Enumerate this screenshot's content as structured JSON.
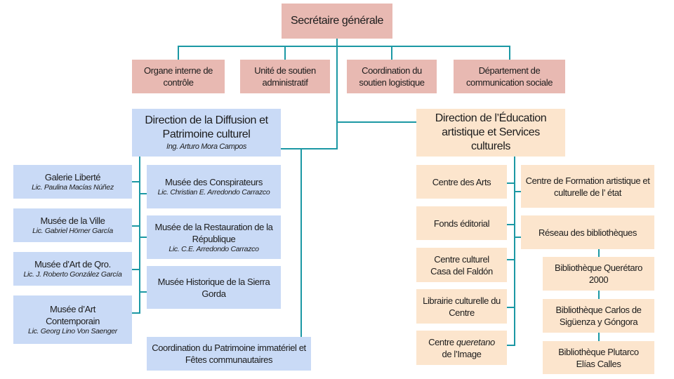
{
  "colors": {
    "executive": "#e8b9b2",
    "diffusion": "#c9daf6",
    "education": "#fce5cd",
    "connector": "#1b98a4"
  },
  "top": {
    "title": "Secrétaire générale"
  },
  "staff": [
    {
      "name": "Organe interne de contrôle"
    },
    {
      "name": "Unité de soutien administratif"
    },
    {
      "name": "Coordination du soutien logistique"
    },
    {
      "name": "Département de communication sociale"
    }
  ],
  "diffusion": {
    "title": "Direction de la Diffusion et Patrimoine culturel",
    "head": "Ing. Arturo Mora Campos",
    "left": [
      {
        "name": "Galerie Liberté",
        "head": "Lic. Paulina Macías Núñez"
      },
      {
        "name": "Musée de la Ville",
        "head": "Lic. Gabriel Hörner García"
      },
      {
        "name": "Musée d’Art de Qro.",
        "head": "Lic. J. Roberto González García"
      },
      {
        "name": "Musée d’Art Contemporain",
        "head": "Lic. Georg Lino Von Saenger"
      }
    ],
    "right": [
      {
        "name": "Musée des Conspirateurs",
        "head": "Lic. Christian E. Arredondo Carrazco"
      },
      {
        "name": "Musée de la Restauration de la République",
        "head": "Lic. C.E. Arredondo Carrazco"
      },
      {
        "name": "Musée Historique de la Sierra Gorda"
      }
    ],
    "coordination": "Coordination du Patrimoine immatériel et Fêtes communautaires"
  },
  "education": {
    "title": "Direction de l’Éducation artistique et Services culturels",
    "left": [
      {
        "name": "Centre des Arts"
      },
      {
        "name": "Fonds éditorial"
      },
      {
        "name": "Centre culturel Casa del Faldón"
      },
      {
        "name": "Librairie culturelle du Centre"
      },
      {
        "name_pre": "Centre",
        "name_em": "queretano",
        "name_post": "de l’Image"
      }
    ],
    "right": [
      {
        "name": "Centre de Formation artistique et culturelle de l’ état"
      },
      {
        "name": "Réseau des bibliothèques"
      }
    ],
    "libraries": [
      {
        "name": "Bibliothèque Querétaro 2000"
      },
      {
        "name": "Bibliothèque Carlos de Sigüenza y Góngora"
      },
      {
        "name": "Bibliothèque Plutarco Elías Calles"
      }
    ]
  }
}
